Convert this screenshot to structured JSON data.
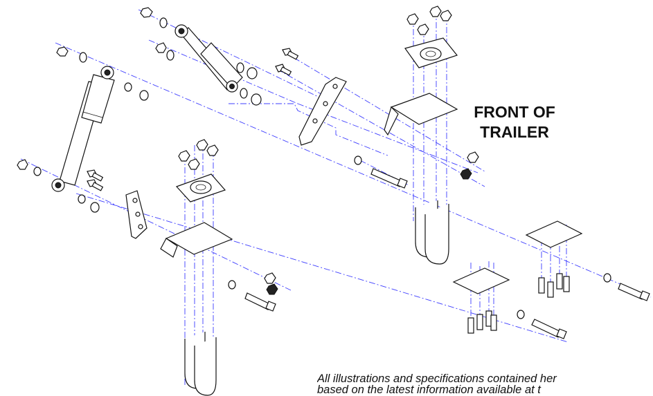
{
  "diagram": {
    "callout": [
      "FRONT OF",
      "TRAILER"
    ],
    "disclaimer": [
      "All illustrations and specifications contained her",
      "based on the latest information available at t"
    ]
  },
  "colors": {
    "centerline": "#3c3cff",
    "outline": "#111111",
    "background": "#ffffff"
  }
}
